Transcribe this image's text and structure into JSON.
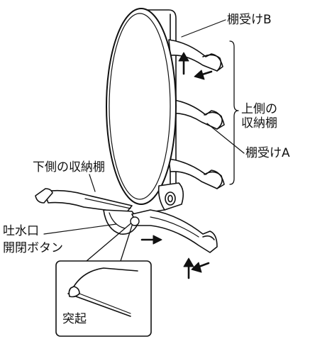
{
  "labels": {
    "shelf_bracket_b": "棚受けB",
    "upper_storage_line1": "上側の",
    "upper_storage_line2": "収納棚",
    "shelf_bracket_a": "棚受けA",
    "lower_storage": "下側の収納棚",
    "spout_button_line1": "吐水口",
    "spout_button_line2": "開閉ボタン",
    "protrusion": "突起"
  }
}
